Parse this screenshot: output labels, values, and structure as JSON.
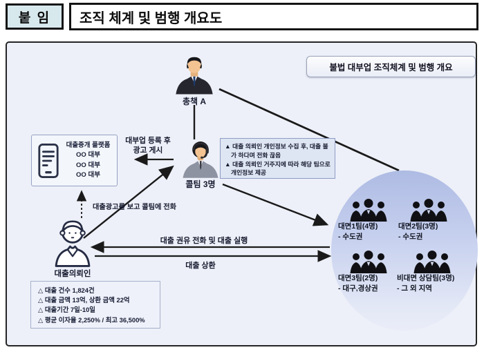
{
  "header": {
    "attachment_label": "붙 임",
    "title": "조직 체계 및 범행 개요도"
  },
  "diagram": {
    "caption": "불법 대부업 조직체계 및 범행 개요",
    "boss": {
      "label": "총책 A"
    },
    "call_team": {
      "label": "콜팀 3명"
    },
    "platform": {
      "title": "대출중개 플랫폼",
      "items": [
        "OO 대부",
        "OO 대부",
        "OO 대부"
      ]
    },
    "info_box": {
      "lines": [
        "▲ 대출 의뢰인 개인정보 수집 후, 대출 불가 하다며 전화 끊음",
        "▲ 대출 의뢰인 거주지에 따라 해당 팀으로 개인정보 제공"
      ]
    },
    "borrower": {
      "label": "대출의뢰인"
    },
    "stats_box": {
      "lines": [
        "△ 대출 건수 1,824건",
        "△ 대출 금액 13억, 상환 금액 22억",
        "△ 대출기간 7일-10일",
        "△ 평균 이자율 2,250% / 최고 36,500%"
      ]
    },
    "arrows": {
      "register_ads_line1": "대부업 등록 후",
      "register_ads_line2": "광고 게시",
      "see_ad_call": "대출광고를 보고  콜팀에 전화",
      "loan_offer": "대출 권유 전화 및 대출 실행",
      "repay": "대출 상환"
    },
    "teams": [
      {
        "name": "대면1팀(4명)",
        "region": "- 수도권"
      },
      {
        "name": "대면2팀(3명)",
        "region": "- 수도권"
      },
      {
        "name": "대면3팀(2명)",
        "region": "- 대구,경상권"
      },
      {
        "name": "비대면 상담팀(3명)",
        "region": "- 그 외 지역"
      }
    ]
  },
  "colors": {
    "panel_bg": "#edf0f8",
    "header_attach_bg": "#d8e9ee",
    "ellipse_top": "#aebbe3",
    "info_box_bg": "#dee5f3",
    "line": "#1a1a1a"
  }
}
